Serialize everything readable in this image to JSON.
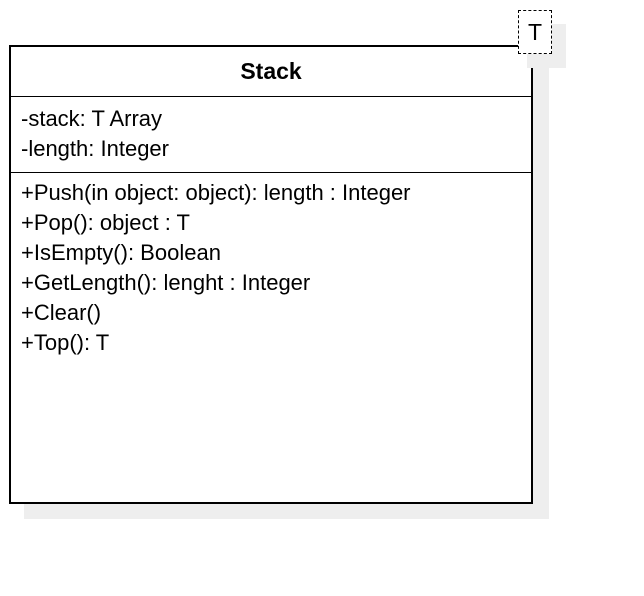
{
  "class": {
    "name": "Stack",
    "template_parameter": "T",
    "attributes": [
      "-stack: T Array",
      "-length: Integer"
    ],
    "operations": [
      "+Push(in object: object): length : Integer",
      "+Pop(): object : T",
      "+IsEmpty(): Boolean",
      "+GetLength(): lenght : Integer",
      "+Clear()",
      "+Top(): T"
    ]
  }
}
